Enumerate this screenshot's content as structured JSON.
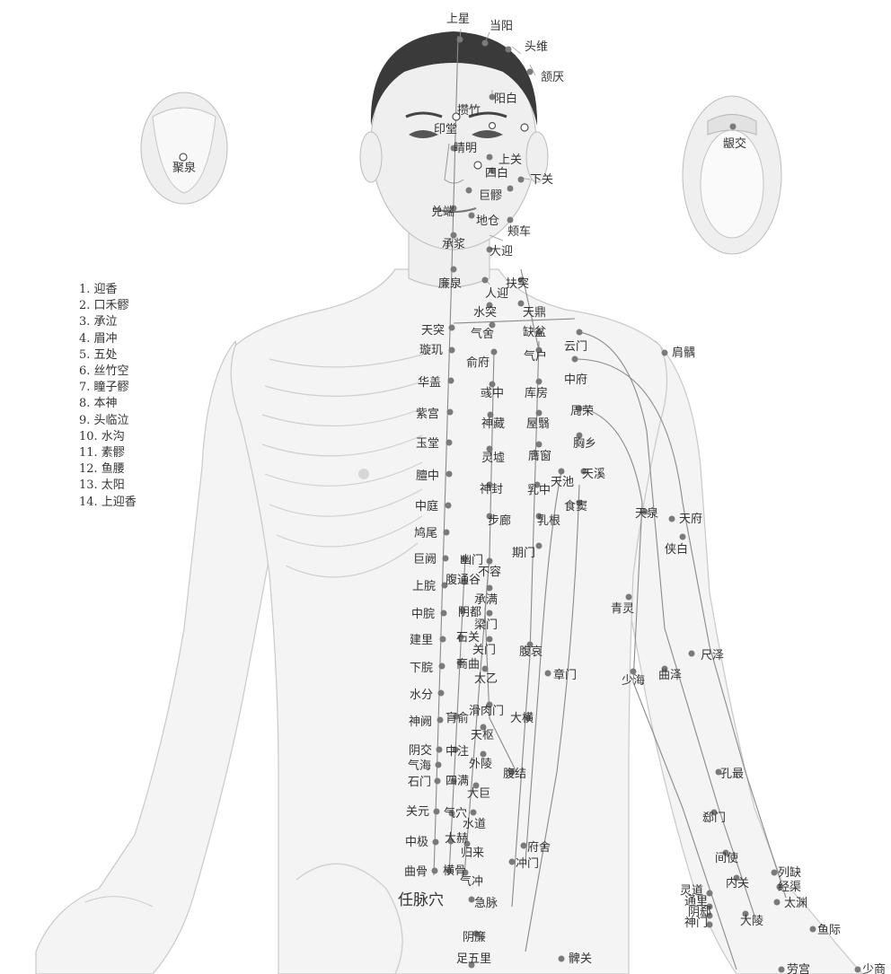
{
  "caption": "任脉穴",
  "numbered_points": [
    "1. 迎香",
    "2. 口禾髎",
    "3. 承泣",
    "4. 眉冲",
    "5. 五处",
    "6. 丝竹空",
    "7. 瞳子髎",
    "8. 本神",
    "9. 头临泣",
    "10. 水沟",
    "11. 素髎",
    "12. 鱼腰",
    "13. 太阳",
    "14. 上迎香"
  ],
  "inset_labels": {
    "left": "聚泉",
    "right": "龈交"
  },
  "points": {
    "shangxing": "上星",
    "dangyang": "当阳",
    "touwei": "头维",
    "hanyan": "颔厌",
    "yangbai": "阳白",
    "zanzhu": "攒竹",
    "yintang": "印堂",
    "jingming": "睛明",
    "shangguan": "上关",
    "sibai": "四白",
    "xiaguan": "下关",
    "juliao": "巨髎",
    "duiduan": "兑端",
    "dicang": "地仓",
    "jiache": "颊车",
    "chengjiang": "承浆",
    "daying": "大迎",
    "lianquan": "廉泉",
    "renying": "人迎",
    "futu": "扶突",
    "shuitu": "水突",
    "tianding": "天鼎",
    "tiantu": "天突",
    "qishe": "气舍",
    "quepen": "缺盆",
    "xuanji": "璇玑",
    "shufu": "俞府",
    "qihu": "气户",
    "yunmen": "云门",
    "jianyu": "肩髃",
    "huagai": "华盖",
    "yuzhong": "彧中",
    "kufang": "库房",
    "zhongfu": "中府",
    "zigong": "紫宫",
    "shencang": "神藏",
    "wuyi": "屋翳",
    "zhourong": "周荣",
    "xiongxiang": "胸乡",
    "yutang": "玉堂",
    "lingxu": "灵墟",
    "yingchuang": "膺窗",
    "tianxi": "天溪",
    "danzhong": "膻中",
    "tianchi": "天池",
    "shenfeng": "神封",
    "ruzhong": "乳中",
    "zhongting": "中庭",
    "shidou": "食窦",
    "tianquan": "天泉",
    "tianfu": "天府",
    "bulang": "步廊",
    "rugen": "乳根",
    "jiuwei": "鸠尾",
    "xiabai": "侠白",
    "qimen": "期门",
    "juque": "巨阙",
    "youmen": "幽门",
    "burong": "不容",
    "futonggu": "腹通谷",
    "shangwan": "上脘",
    "chengman": "承满",
    "yindu": "阴都",
    "zhongwan": "中脘",
    "liangmen": "梁门",
    "qingling": "青灵",
    "jianli": "建里",
    "shiguan": "石关",
    "guanmen": "关门",
    "fuai": "腹哀",
    "chize": "尺泽",
    "xiawan": "下脘",
    "shangqu": "商曲",
    "taiyi": "太乙",
    "zhangmen": "章门",
    "shaohai": "少海",
    "quze": "曲泽",
    "shuifen": "水分",
    "huaroumen": "滑肉门",
    "daheng": "大横",
    "shenque": "神阙",
    "huangshu": "肓俞",
    "tianshu": "天枢",
    "yinjiao": "阴交",
    "zhongzhu": "中注",
    "wailing": "外陵",
    "qihai": "气海",
    "fujie": "腹结",
    "kongzui": "孔最",
    "shimen": "石门",
    "siman": "四满",
    "daju": "大巨",
    "guanyuan": "关元",
    "qixue": "气穴",
    "shuidao": "水道",
    "ximen": "郄门",
    "zhongji": "中极",
    "dahe": "大赫",
    "guilai": "归来",
    "fushe": "府舍",
    "jianshi": "间使",
    "lieque": "列缺",
    "chongmen": "冲门",
    "neiguan": "内关",
    "jingqu": "经渠",
    "qugu": "曲骨",
    "henggu": "横骨",
    "qichong": "气冲",
    "taiyuan": "太渊",
    "lingdao": "灵道",
    "tongli": "通里",
    "yinxi": "阴郄",
    "jimai": "急脉",
    "shenmen": "神门",
    "daling": "大陵",
    "yuji": "鱼际",
    "yinlian": "阴廉",
    "zuwuli": "足五里",
    "biguan": "髀关",
    "laogong": "劳宫",
    "shaoshang": "少商"
  }
}
